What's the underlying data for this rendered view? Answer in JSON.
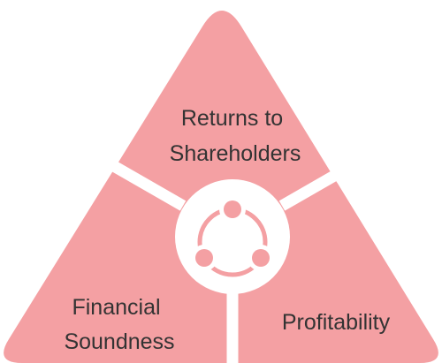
{
  "diagram": {
    "segments": [
      {
        "label_lines": [
          "Returns to",
          "Shareholders"
        ]
      },
      {
        "label_lines": [
          "Financial",
          "Soundness"
        ]
      },
      {
        "label_lines": [
          "Profitability"
        ]
      }
    ],
    "center_icon": "cycle-icon",
    "colors": {
      "segment_fill": "#F4A0A3",
      "divider": "#FFFFFF",
      "label_text": "#333333"
    }
  }
}
